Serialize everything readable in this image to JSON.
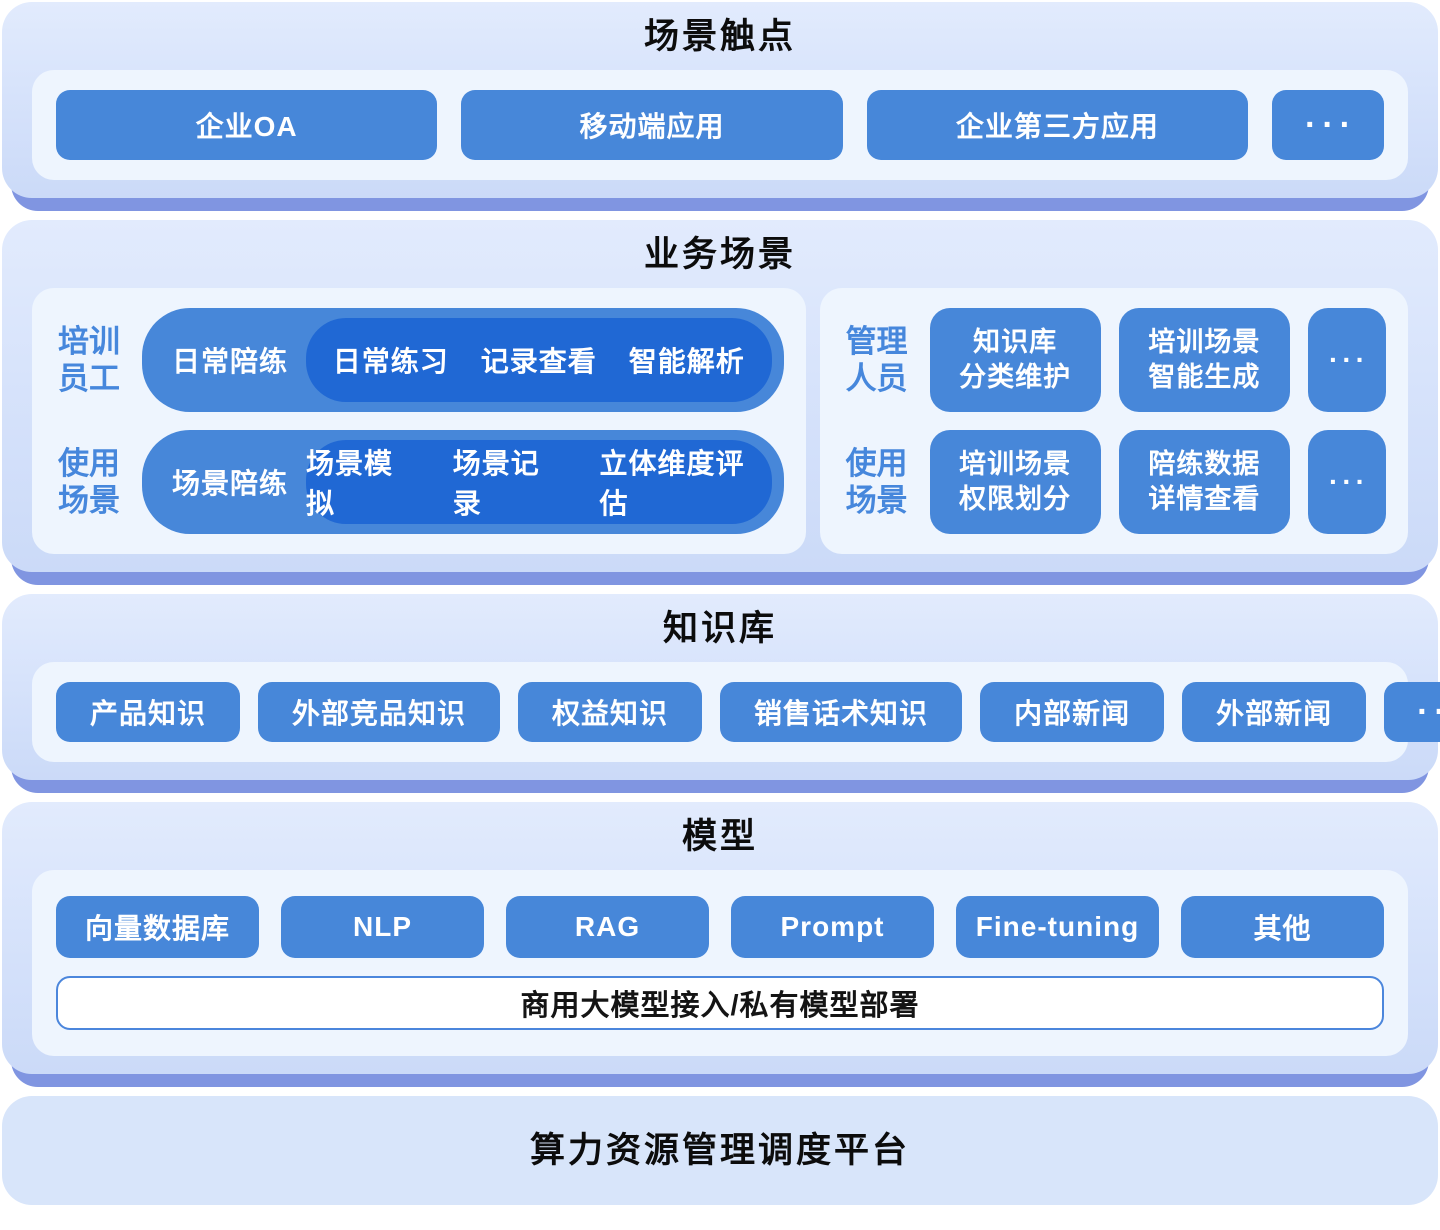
{
  "colors": {
    "accent_blue": "#4787d9",
    "deep_blue": "#2068d4",
    "label_blue": "#4687dc",
    "card_shadow": "#8095e1",
    "card_bg_top": "#e2ebfd",
    "card_bg_bottom": "#cbdaf8",
    "panel_bg": "#eef5fe",
    "title_color": "#0c0c0c"
  },
  "sections": {
    "touchpoints": {
      "title": "场景触点",
      "items": [
        "企业OA",
        "移动端应用",
        "企业第三方应用"
      ],
      "more": "···"
    },
    "business": {
      "title": "业务场景",
      "left_rows": [
        {
          "label": "培训\n员工",
          "pill": "日常陪练",
          "features": [
            "日常练习",
            "记录查看",
            "智能解析"
          ]
        },
        {
          "label": "使用\n场景",
          "pill": "场景陪练",
          "features": [
            "场景模拟",
            "场景记录",
            "立体维度评估"
          ]
        }
      ],
      "right_rows": [
        {
          "label": "管理\n人员",
          "buttons": [
            "知识库\n分类维护",
            "培训场景\n智能生成"
          ],
          "more": "···"
        },
        {
          "label": "使用\n场景",
          "buttons": [
            "培训场景\n权限划分",
            "陪练数据\n详情查看"
          ],
          "more": "···"
        }
      ]
    },
    "knowledge": {
      "title": "知识库",
      "items": [
        "产品知识",
        "外部竞品知识",
        "权益知识",
        "销售话术知识",
        "内部新闻",
        "外部新闻"
      ],
      "more": "···"
    },
    "model": {
      "title": "模型",
      "items": [
        "向量数据库",
        "NLP",
        "RAG",
        "Prompt",
        "Fine-tuning",
        "其他"
      ],
      "bar": "商用大模型接入/私有模型部署"
    },
    "platform": {
      "title": "算力资源管理调度平台"
    }
  }
}
